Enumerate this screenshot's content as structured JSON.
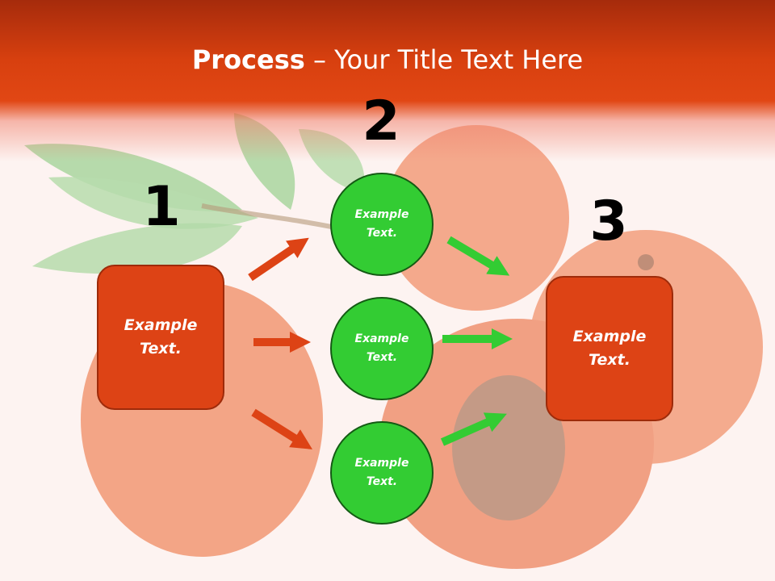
{
  "slide": {
    "title_bold": "Process",
    "title_rest": " – Your Title Text Here",
    "step1": {
      "number": "1",
      "box_line1": "Example",
      "box_line2": "Text."
    },
    "step2": {
      "number": "2",
      "circles": [
        {
          "line1": "Example",
          "line2": "Text."
        },
        {
          "line1": "Example",
          "line2": "Text."
        },
        {
          "line1": "Example",
          "line2": "Text."
        }
      ]
    },
    "step3": {
      "number": "3",
      "box_line1": "Example",
      "box_line2": "Text."
    }
  },
  "colors": {
    "header_red": "#d8400f",
    "box_fill": "#dd4315",
    "circle_fill": "#33cc33",
    "red_arrow": "#dd4315",
    "green_arrow": "#33cc33"
  }
}
